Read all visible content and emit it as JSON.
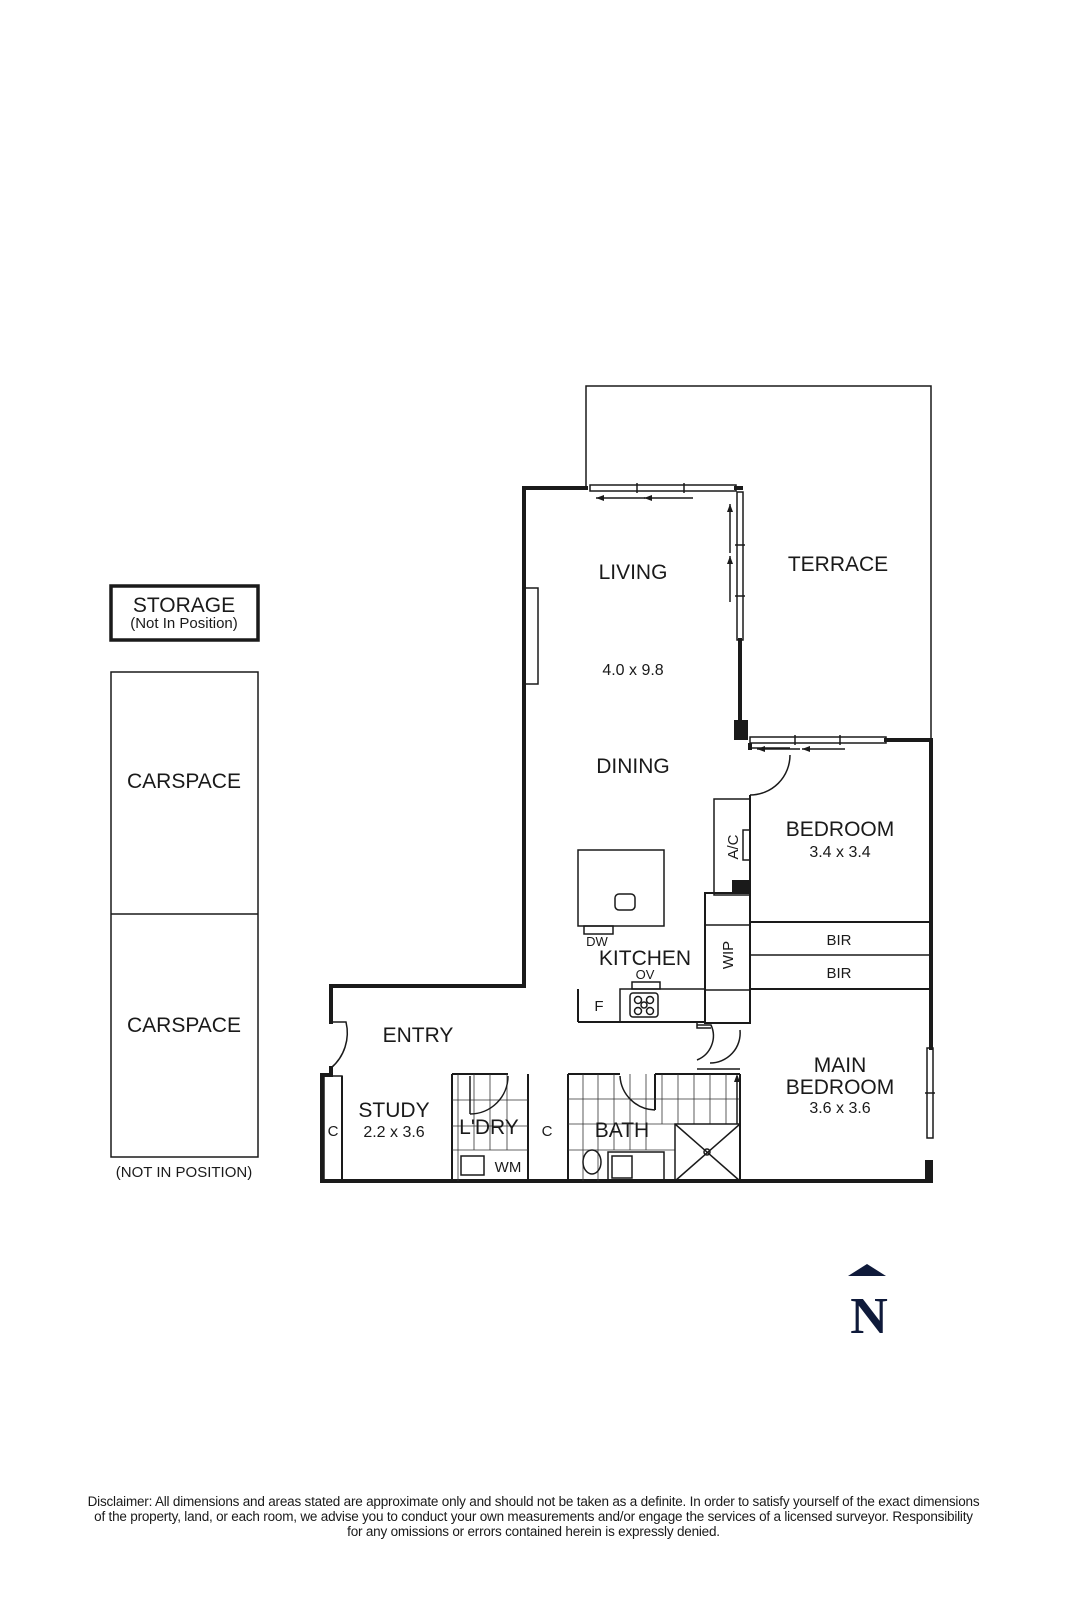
{
  "plan": {
    "rooms": {
      "living": {
        "name": "LIVING",
        "dims": "4.0 x 9.8"
      },
      "dining": {
        "name": "DINING"
      },
      "terrace": {
        "name": "TERRACE"
      },
      "kitchen": {
        "name": "KITCHEN",
        "dw": "DW",
        "ov": "OV",
        "fridge": "F"
      },
      "bedroom": {
        "name": "BEDROOM",
        "dims": "3.4 x 3.4"
      },
      "ac": {
        "name": "A/C"
      },
      "wip": {
        "name": "WIP"
      },
      "bir1": {
        "name": "BIR"
      },
      "bir2": {
        "name": "BIR"
      },
      "main_bedroom": {
        "name_line1": "MAIN",
        "name_line2": "BEDROOM",
        "dims": "3.6 x 3.6"
      },
      "entry": {
        "name": "ENTRY"
      },
      "study": {
        "name": "STUDY",
        "dims": "2.2 x 3.6",
        "cupboard": "C"
      },
      "laundry": {
        "name": "L'DRY",
        "wm": "WM"
      },
      "linen": {
        "name": "C"
      },
      "bath": {
        "name": "BATH"
      }
    },
    "storage": {
      "name": "STORAGE",
      "note": "(Not In Position)"
    },
    "carspaces": [
      {
        "name": "CARSPACE"
      },
      {
        "name": "CARSPACE"
      }
    ],
    "carspace_note": "(NOT IN POSITION)",
    "north": {
      "letter": "N",
      "color": "#0f1a3a"
    }
  },
  "disclaimer": {
    "line1": "Disclaimer: All dimensions and areas stated are approximate only and should not be taken as a definite. In order to satisfy yourself of the exact dimensions",
    "line2": "of the property, land, or each room, we advise you to conduct your own measurements and/or engage the services of a licensed surveyor. Responsibility",
    "line3": "for any omissions or errors contained herein is expressly denied."
  }
}
